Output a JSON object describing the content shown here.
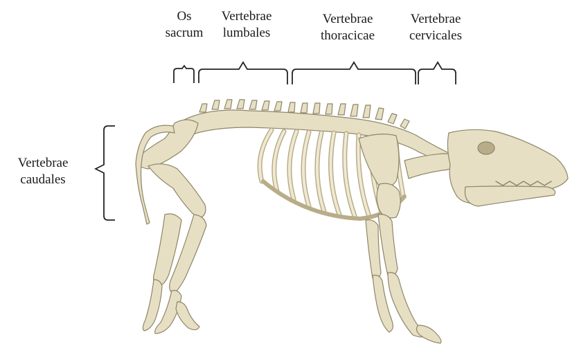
{
  "labels": {
    "os_sacrum": [
      "Os",
      "sacrum"
    ],
    "lumbales": [
      "Vertebrae",
      "lumbales"
    ],
    "thoracicae": [
      "Vertebrae",
      "thoracicae"
    ],
    "cervicales": [
      "Vertebrae",
      "cervicales"
    ],
    "caudales": [
      "Vertebrae",
      "caudales"
    ]
  },
  "colors": {
    "bone": "#e6dfc4",
    "bone_shadow": "#b8ad88",
    "bone_outline": "#8f8566",
    "bracket": "#222222",
    "background": "#ffffff"
  },
  "icons": {
    "skeleton": "pig-skeleton-illustration"
  }
}
